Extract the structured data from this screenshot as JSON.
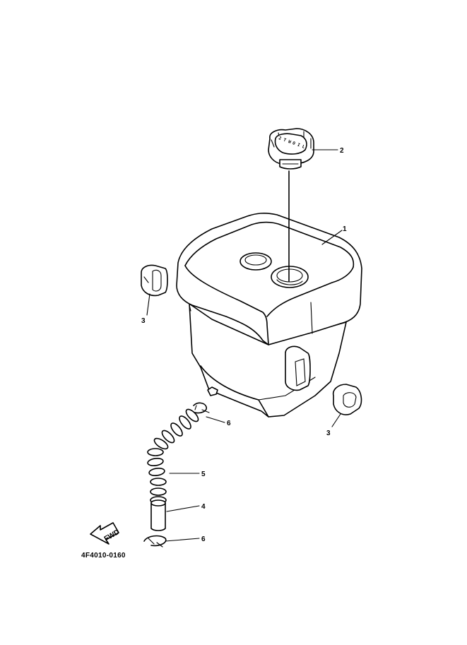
{
  "callouts": {
    "tank": "1",
    "cap": "2",
    "grommet_left": "3",
    "grommet_right": "3",
    "pipe": "4",
    "hose": "5",
    "clip_top": "6",
    "clip_bottom": "6"
  },
  "cap_text": {
    "line1": "2 T W",
    "line2": "O I L"
  },
  "fwd_label": "FWD",
  "drawing_code": "4F4010-0160"
}
